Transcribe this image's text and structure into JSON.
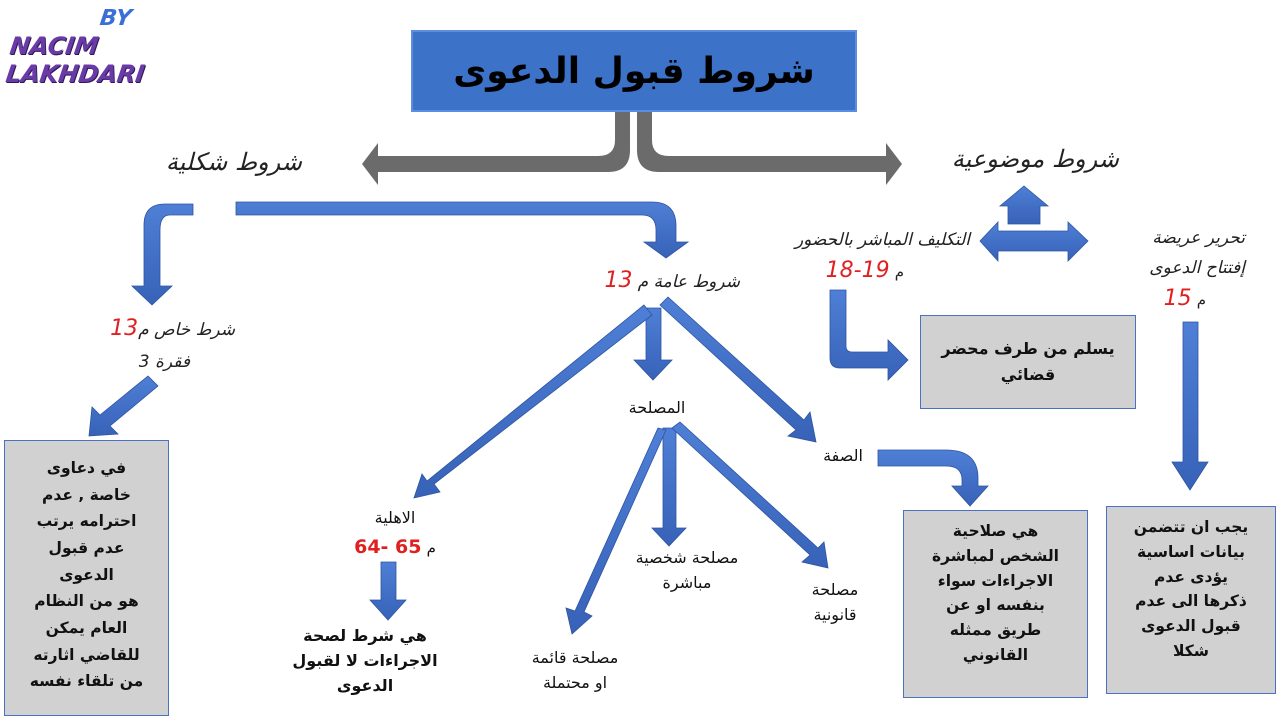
{
  "watermark": {
    "by": "BY",
    "name": "NACIM LAKHDARI"
  },
  "title": "شروط قبول الدعوى",
  "formal": {
    "heading": "شروط شكلية",
    "special": {
      "label": "شرط خاص م",
      "article": "13",
      "paragraph_label": "فقرة 3"
    },
    "special_box": [
      "في دعاوى",
      "خاصة , عدم",
      "احترامه يرتب",
      "عدم قبول",
      "الدعوى",
      "هو من النظام",
      "العام يمكن",
      "للقاضي اثارته",
      "من تلقاء نفسه"
    ],
    "general": {
      "label": "شروط عامة م",
      "article": "13"
    },
    "interest": {
      "label": "المصلحة",
      "types": [
        "مصلحة شخصية",
        "مباشرة",
        "مصلحة قانونية",
        "مصلحة قائمة",
        "او محتملة"
      ]
    },
    "capacity": {
      "label": "الاهلية",
      "article_prefix": "م",
      "articles": "64- 65",
      "note": [
        "هي شرط لصحة",
        "الاجراءات لا لقبول",
        "الدعوى"
      ]
    },
    "standing": {
      "label": "الصفة",
      "box": [
        "هي صلاحية",
        "الشخص لمباشرة",
        "الاجراءات سواء",
        "بنفسه او عن",
        "طريق ممثله",
        "القانوني"
      ]
    }
  },
  "substantive": {
    "heading": "شروط موضوعية",
    "summons": {
      "label": "التكليف المباشر بالحضور",
      "article_prefix": "م",
      "articles": "18-19",
      "box": [
        "يسلم من طرف محضر",
        "قضائي"
      ]
    },
    "petition": {
      "label_line1": "تحرير عريضة",
      "label_line2": "إفتتاح الدعوى",
      "article_prefix": "م",
      "article": "15",
      "box": [
        "يجب ان تتضمن",
        "بيانات اساسية",
        "يؤدى عدم",
        "ذكرها الى عدم",
        "قبول الدعوى",
        "شكلا"
      ]
    }
  }
}
